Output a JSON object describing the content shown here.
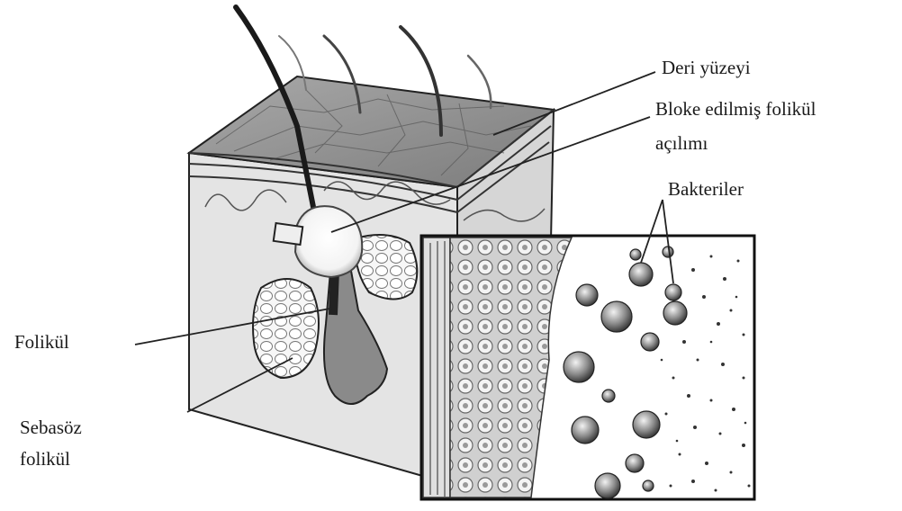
{
  "labels": {
    "skin_surface": "Deri yüzeyi",
    "blocked_follicle_line1": "Bloke edilmiş folikül",
    "blocked_follicle_line2": "açılımı",
    "bacteria": "Bakteriler",
    "follicle": "Folikül",
    "sebaceous_line1": "Sebasöz",
    "sebaceous_line2": "folikül"
  },
  "colors": {
    "ink": "#1a1a1a",
    "skin_top": "#8e8e8e",
    "skin_side": "#d9d9d9",
    "skin_front": "#e6e6e6",
    "inset_bg": "#ffffff"
  }
}
